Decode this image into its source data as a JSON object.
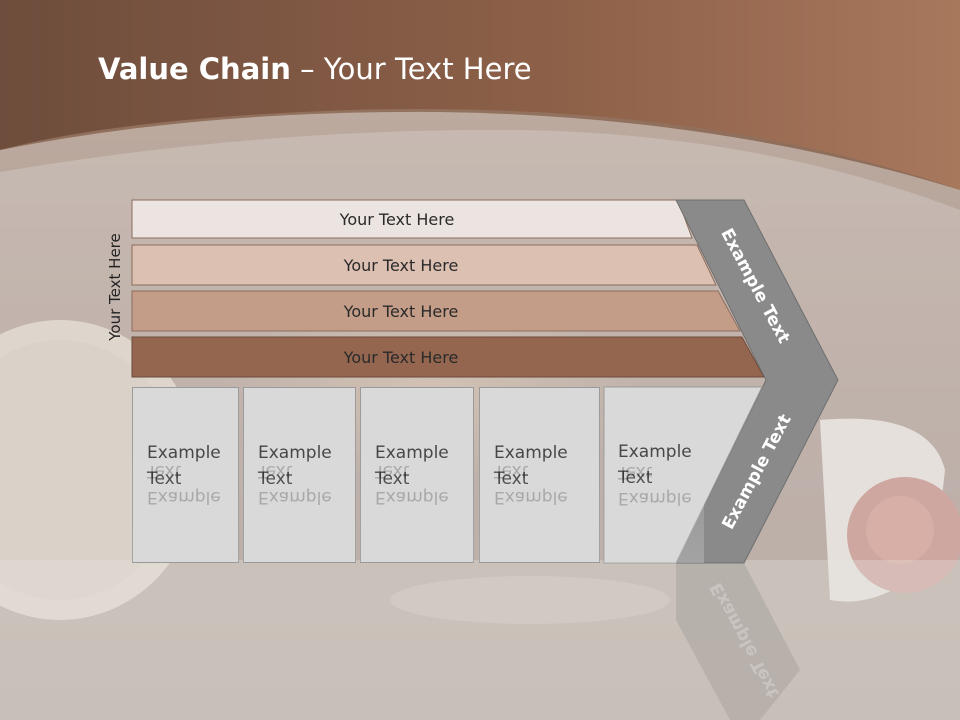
{
  "slide": {
    "title_bold": "Value Chain",
    "title_rest": " – Your Text Here",
    "vertical_label": "Your Text Here"
  },
  "bars": [
    {
      "label": "Your Text Here",
      "color": "#ece4e0"
    },
    {
      "label": "Your Text Here",
      "color": "#dcc0b2"
    },
    {
      "label": "Your Text Here",
      "color": "#c49d88"
    },
    {
      "label": "Your Text Here",
      "color": "#946650"
    }
  ],
  "boxes": [
    {
      "line1": "Example",
      "line2": "Text"
    },
    {
      "line1": "Example",
      "line2": "Text"
    },
    {
      "line1": "Example",
      "line2": "Text"
    },
    {
      "line1": "Example",
      "line2": "Text"
    },
    {
      "line1": "Example",
      "line2": "Text"
    }
  ],
  "chevron": {
    "upper_text": "Example Text",
    "lower_text": "Example Text",
    "color": "#8a8a8a"
  },
  "theme": {
    "header_brown": "#8a5f48",
    "box_gray": "#d9d9d9"
  }
}
